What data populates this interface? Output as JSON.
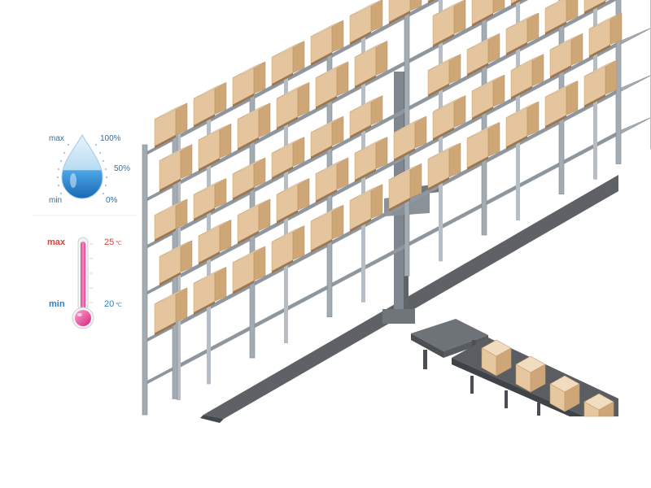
{
  "humidity": {
    "max_label": "max",
    "min_label": "min",
    "top_pct": "100%",
    "mid_pct": "50%",
    "low_pct": "0%",
    "level_fraction": 0.5
  },
  "temperature": {
    "max_label": "max",
    "min_label": "min",
    "max_value": "25",
    "min_value": "20",
    "unit": "℃"
  },
  "colors": {
    "water": "#2a86d6",
    "thermo": "#e8459a",
    "rack": "#a7aeb6",
    "box": "#e2c29b",
    "rail": "#5e6266"
  },
  "icons": {
    "humidity": "water-drop-icon",
    "temperature": "thermometer-icon"
  }
}
